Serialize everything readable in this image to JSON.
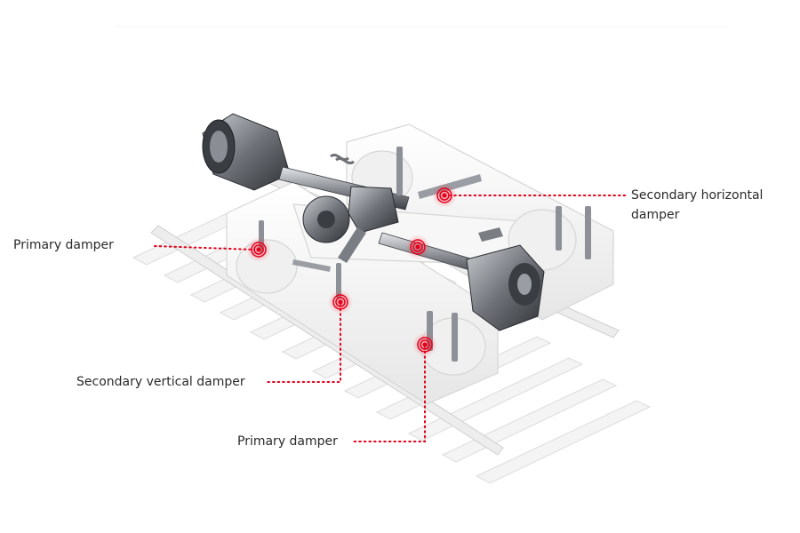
{
  "callouts": {
    "secondary_horizontal": "Secondary horizontal\ndamper",
    "secondary_horizontal_line1": "Secondary horizontal",
    "secondary_horizontal_line2": "damper",
    "primary_left": "Primary damper",
    "secondary_vertical": "Secondary vertical damper",
    "primary_bottom": "Primary damper"
  },
  "colors": {
    "accent": "#e3001b",
    "structure": "#f2f2f2",
    "rail": "#e9e9e9",
    "metal": "#6f7278"
  },
  "icons": [
    "damper-marker-icon"
  ]
}
